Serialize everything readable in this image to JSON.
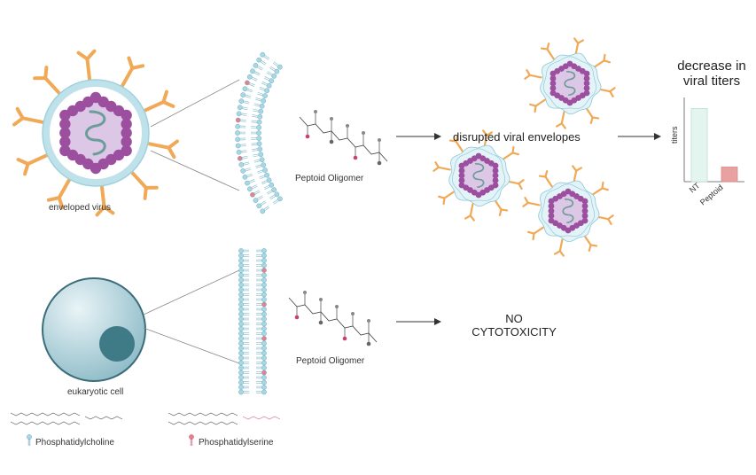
{
  "labels": {
    "enveloped_virus": "enveloped virus",
    "peptoid_top": "Peptoid Oligomer",
    "disrupted": "disrupted viral envelopes",
    "decrease_line1": "decrease in",
    "decrease_line2": "viral titers",
    "eukaryotic_cell": "eukaryotic cell",
    "peptoid_bottom": "Peptoid Oligomer",
    "no_cytotox_line1": "NO",
    "no_cytotox_line2": "CYTOTOXICITY",
    "phosphatidylcholine": "Phosphatidylcholine",
    "phosphatidylserine": "Phosphatidylserine"
  },
  "chart_data": {
    "type": "bar",
    "categories": [
      "NT",
      "Peptoid"
    ],
    "values": [
      100,
      20
    ],
    "ylabel": "titers",
    "ylim": [
      0,
      115
    ],
    "colors": [
      "#e4f4ef",
      "#e8a1a1"
    ]
  },
  "colors": {
    "spike": "#f0a956",
    "envelope": "#bfe2ea",
    "capsid": "#9b4f9e",
    "core": "#ddc7e6",
    "rna": "#6b9d9a",
    "cell": "#a9cfd8",
    "nucleus": "#3f7a87",
    "lipid_head": "#a8d8e6",
    "serine_head": "#e87f8e"
  },
  "icons": [
    "arrow-right-icon"
  ]
}
